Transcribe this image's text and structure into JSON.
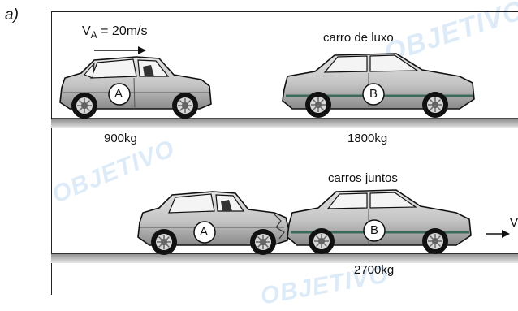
{
  "figure_label": "a)",
  "watermark_text": "OBJETIVO",
  "top_scene": {
    "velocity_label": "V",
    "velocity_subscript": "A",
    "velocity_value": " = 20m/s",
    "car_a_label": "A",
    "car_b_label": "B",
    "car_b_caption": "carro de luxo",
    "mass_a": "900kg",
    "mass_b": "1800kg"
  },
  "bottom_scene": {
    "caption": "carros juntos",
    "car_a_label": "A",
    "car_b_label": "B",
    "velocity_label": "V",
    "mass_total": "2700kg"
  },
  "colors": {
    "car_body": "#c9c9c9",
    "car_shade": "#8c8c8c",
    "ground_shade": "#b5b5b5",
    "ink": "#111111",
    "watermark": "#9fc7ee"
  }
}
